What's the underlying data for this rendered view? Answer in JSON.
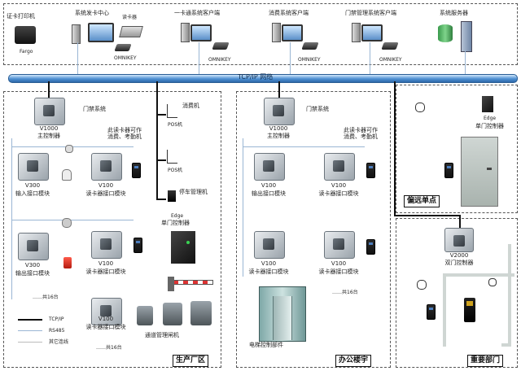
{
  "network": {
    "bus_label": "TCP/IP 网络"
  },
  "top": {
    "card_maker": "证卡打印机",
    "card_maker_sub": "Fargo",
    "issue_station": "系统发卡中心",
    "reader_box": "读卡器",
    "omnikey": "OMNIKEY",
    "client1": "一卡通系统客户端",
    "client2": "消费系统客户端",
    "client3": "门禁管理系统客户端",
    "server": "系统服务器"
  },
  "factory": {
    "region_label": "生产厂区",
    "door_system": "门禁系统",
    "v1000_name": "V1000",
    "v1000_role": "主控制器",
    "pos_mgmt": "消费机",
    "pos_a": "POS机",
    "pos_b": "POS机",
    "parking": "停车管理机",
    "edge_name": "Edge",
    "edge_role": "单门控制器",
    "reader_note": "此读卡器可作\n消费、考勤机",
    "v300_a_name": "V300",
    "v300_a_role": "输入接口模块",
    "v300_b_name": "V300",
    "v300_b_role": "输出接口模块",
    "v100_a_name": "V100",
    "v100_a_role": "读卡器接口模块",
    "v100_b_name": "V100",
    "v100_b_role": "读卡器接口模块",
    "v100_c_name": "V100",
    "v100_c_role": "读卡器接口模块",
    "gate_label": "通道管理闸机",
    "count_a": "……共16台",
    "count_b": "……共16台"
  },
  "office": {
    "region_label": "办公楼宇",
    "door_system": "门禁系统",
    "v1000_name": "V1000",
    "v1000_role": "主控制器",
    "reader_note": "此读卡器可作\n消费、考勤机",
    "v100_a_name": "V100",
    "v100_a_role": "输出接口模块",
    "v100_b_name": "V100",
    "v100_b_role": "读卡器接口模块",
    "v100_c_name": "V100",
    "v100_c_role": "读卡器接口模块",
    "v100_d_name": "V100",
    "v100_d_role": "读卡器接口模块",
    "elevator": "电梯控制部件",
    "count": "……共16台"
  },
  "remote": {
    "region_label": "偏远单点",
    "edge_name": "Edge",
    "edge_role": "单门控制器"
  },
  "dept": {
    "region_label": "重要部门",
    "v2000_name": "V2000",
    "v2000_role": "双门控制器"
  },
  "legend": {
    "tcpip": "TCP/IP",
    "rs485": "RS485",
    "other": "其它连线"
  }
}
